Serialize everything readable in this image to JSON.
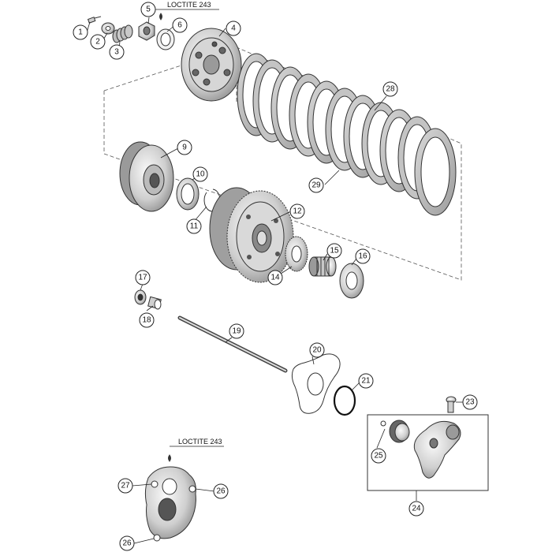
{
  "notes": {
    "loctite_top": "LOCTITE 243",
    "loctite_bottom": "LOCTITE 243"
  },
  "callouts": [
    {
      "id": "c1",
      "label": "1"
    },
    {
      "id": "c2",
      "label": "2"
    },
    {
      "id": "c3",
      "label": "3"
    },
    {
      "id": "c4",
      "label": "4"
    },
    {
      "id": "c5",
      "label": "5"
    },
    {
      "id": "c6",
      "label": "6"
    },
    {
      "id": "c9",
      "label": "9"
    },
    {
      "id": "c10",
      "label": "10"
    },
    {
      "id": "c11",
      "label": "11"
    },
    {
      "id": "c12",
      "label": "12"
    },
    {
      "id": "c14",
      "label": "14"
    },
    {
      "id": "c15",
      "label": "15"
    },
    {
      "id": "c16",
      "label": "16"
    },
    {
      "id": "c17",
      "label": "17"
    },
    {
      "id": "c18",
      "label": "18"
    },
    {
      "id": "c19",
      "label": "19"
    },
    {
      "id": "c20",
      "label": "20"
    },
    {
      "id": "c21",
      "label": "21"
    },
    {
      "id": "c23",
      "label": "23"
    },
    {
      "id": "c24",
      "label": "24"
    },
    {
      "id": "c25",
      "label": "25"
    },
    {
      "id": "c26a",
      "label": "26"
    },
    {
      "id": "c26b",
      "label": "26"
    },
    {
      "id": "c27",
      "label": "27"
    },
    {
      "id": "c28",
      "label": "28"
    },
    {
      "id": "c29",
      "label": "29"
    }
  ],
  "colors": {
    "line": "#222222",
    "part_fill": "#e6e6e6",
    "part_dark": "#888888",
    "friction": "#b9b9b9",
    "background": "#ffffff"
  }
}
